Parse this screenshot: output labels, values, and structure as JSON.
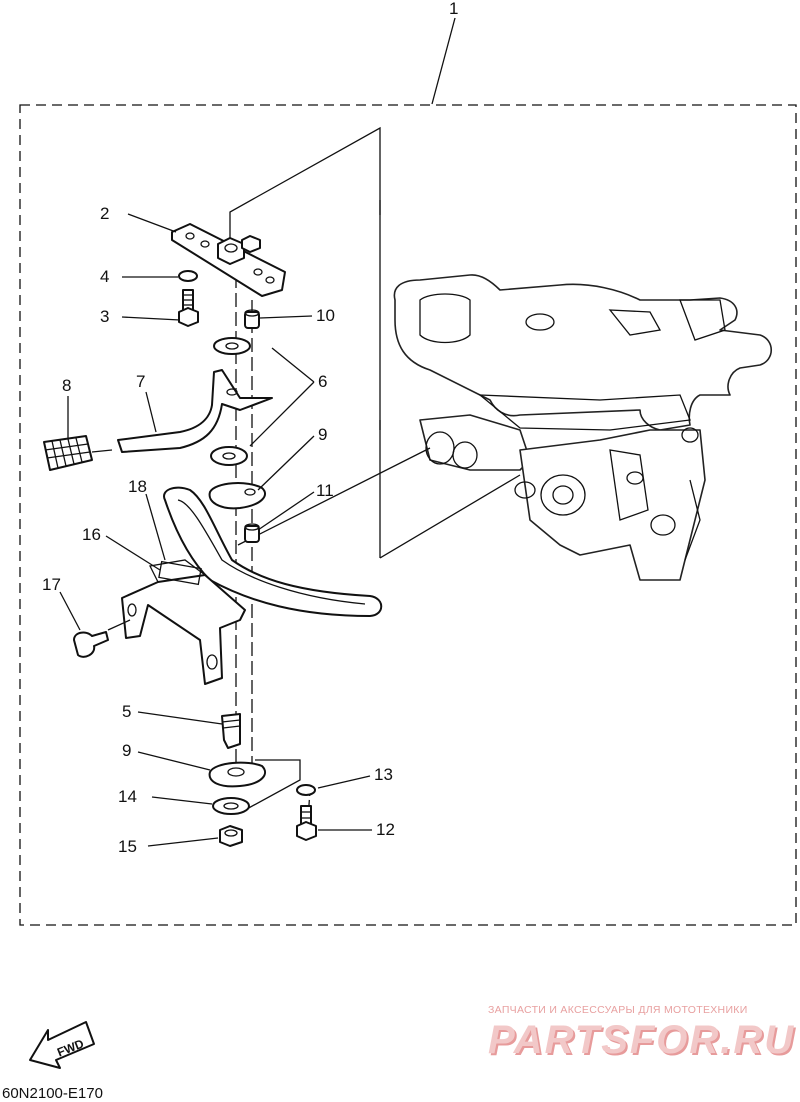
{
  "diagram": {
    "assembly_number": "1",
    "callouts": [
      {
        "id": "c2",
        "label": "2"
      },
      {
        "id": "c4",
        "label": "4"
      },
      {
        "id": "c3",
        "label": "3"
      },
      {
        "id": "c10",
        "label": "10"
      },
      {
        "id": "c6",
        "label": "6"
      },
      {
        "id": "c7",
        "label": "7"
      },
      {
        "id": "c8",
        "label": "8"
      },
      {
        "id": "c9a",
        "label": "9"
      },
      {
        "id": "c11",
        "label": "11"
      },
      {
        "id": "c18",
        "label": "18"
      },
      {
        "id": "c16",
        "label": "16"
      },
      {
        "id": "c17",
        "label": "17"
      },
      {
        "id": "c5",
        "label": "5"
      },
      {
        "id": "c9b",
        "label": "9"
      },
      {
        "id": "c13",
        "label": "13"
      },
      {
        "id": "c14",
        "label": "14"
      },
      {
        "id": "c12",
        "label": "12"
      },
      {
        "id": "c15",
        "label": "15"
      }
    ],
    "fwd_label": "FWD",
    "drawing_code": "60N2100-E170"
  },
  "watermark": {
    "tagline": "ЗАПЧАСТИ И АКСЕССУАРЫ ДЛЯ МОТОТЕХНИКИ",
    "brand": "PARTSFOR.RU"
  },
  "colors": {
    "line": "#111111",
    "watermark": "#e8a0a0"
  }
}
